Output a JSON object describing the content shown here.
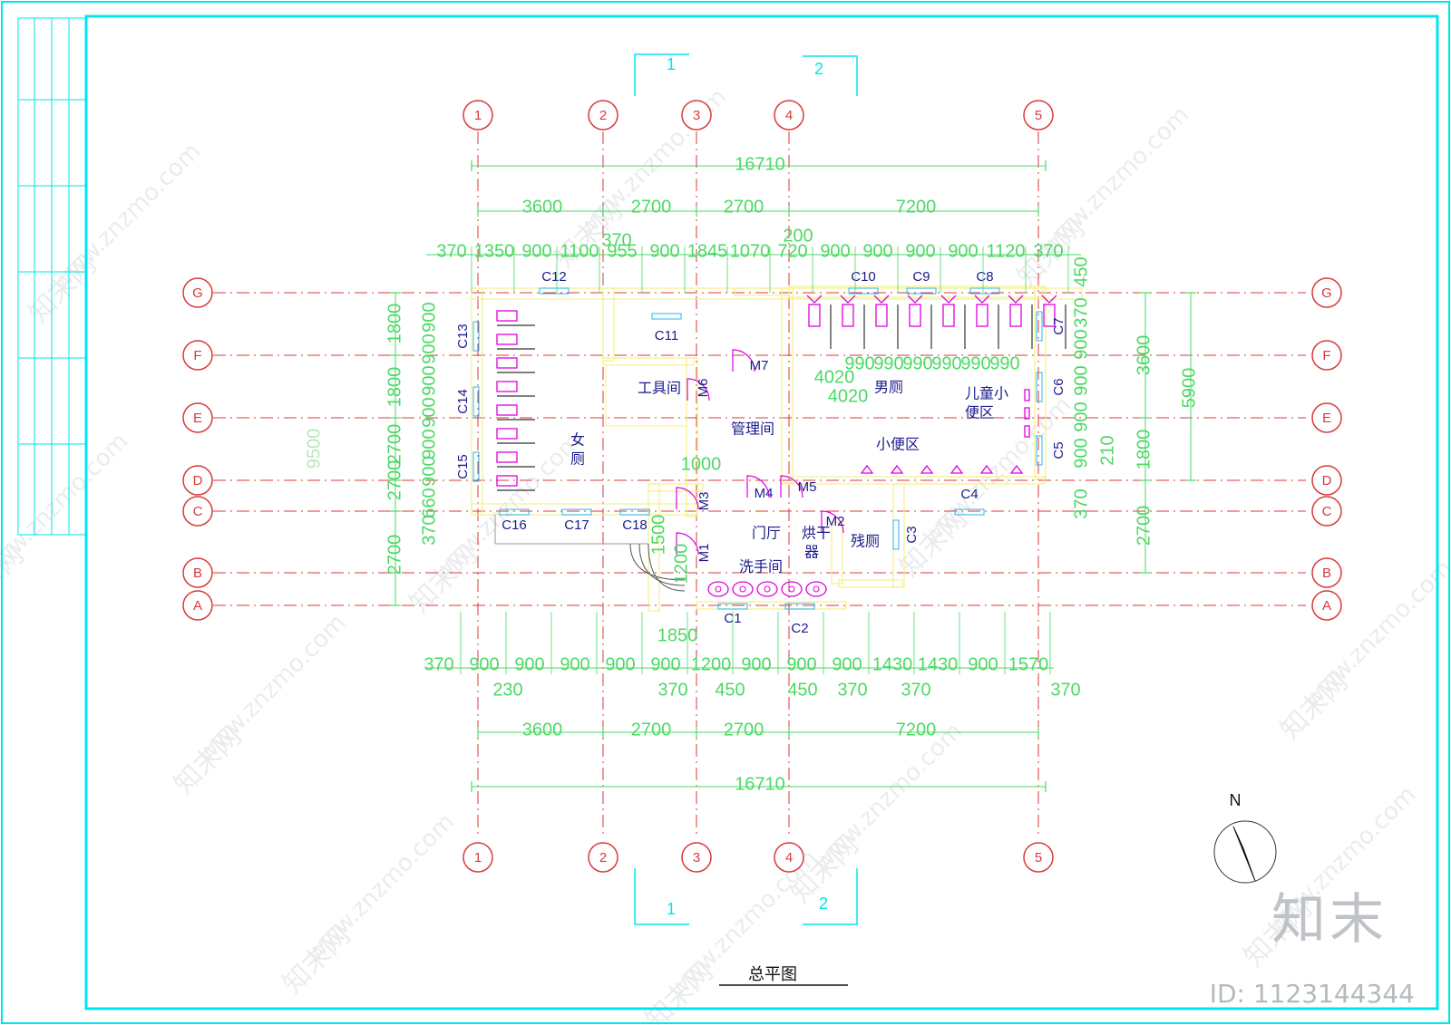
{
  "drawing": {
    "title": "总平图",
    "north_label": "N",
    "watermark_site": "www.znzmo.com",
    "watermark_brand": "知末网",
    "logo_text": "知末",
    "id_text": "ID: 1123144344"
  },
  "colors": {
    "border": "#00e5ee",
    "dim": "#4cd964",
    "axis": "#d93a3a",
    "wall": "#f5f08a",
    "fixture": "#e000e0",
    "label": "#1a1a8c",
    "window": "#2bb5e8",
    "leader": "#00cc44"
  },
  "axes": {
    "columns": [
      "1",
      "2",
      "3",
      "4",
      "5"
    ],
    "rows": [
      "G",
      "F",
      "E",
      "D",
      "C",
      "B",
      "A"
    ]
  },
  "sections": [
    "1",
    "2"
  ],
  "rooms": {
    "tool": "工具间",
    "mgmt": "管理间",
    "men": "男厕",
    "kids": [
      "儿童小",
      "便区"
    ],
    "urinal": "小便区",
    "women": [
      "女",
      "厕"
    ],
    "hall": "门厅",
    "dryer": [
      "烘干",
      "器"
    ],
    "disabled": "残厕",
    "wash": "洗手间"
  },
  "windows": [
    "C1",
    "C2",
    "C3",
    "C4",
    "C5",
    "C6",
    "C7",
    "C8",
    "C9",
    "C10",
    "C11",
    "C12",
    "C13",
    "C14",
    "C15",
    "C16",
    "C17",
    "C18"
  ],
  "doors": [
    "M1",
    "M2",
    "M3",
    "M4",
    "M5",
    "M6",
    "M7"
  ],
  "dims": {
    "total": "16710",
    "bays_top": [
      "3600",
      "2700",
      "2700",
      "7200"
    ],
    "bays_bottom": [
      "3600",
      "2700",
      "2700",
      "7200"
    ],
    "top_detail": [
      "370",
      "1350",
      "900",
      "1100",
      "955",
      "900",
      "1845",
      "1070",
      "720",
      "900",
      "900",
      "900",
      "900",
      "1120",
      "370"
    ],
    "top_extra": [
      "370",
      "200"
    ],
    "bottom_detail": [
      "370",
      "900",
      "900",
      "900",
      "900",
      "900",
      "1200",
      "900",
      "900",
      "900",
      "1430",
      "1430",
      "900",
      "1570"
    ],
    "bottom_sub": [
      "230",
      "370",
      "450",
      "450",
      "370",
      "370",
      "370"
    ],
    "bottom_misc": [
      "1850",
      "1500",
      "1200",
      "1000"
    ],
    "men_row": [
      "990",
      "990",
      "990",
      "990",
      "990",
      "990",
      "4020"
    ],
    "left_outer": [
      "2700",
      "1800",
      "1800",
      "2700",
      "2700"
    ],
    "left_inner": [
      "900",
      "900",
      "900",
      "900",
      "900",
      "900",
      "660",
      "370"
    ],
    "left_overall": "9500",
    "right_detail": [
      "450",
      "370",
      "900",
      "900",
      "900",
      "900",
      "370"
    ],
    "right_outer": [
      "3600",
      "1800",
      "2700"
    ],
    "right_overall": "5900",
    "right_misc": [
      "210"
    ]
  }
}
